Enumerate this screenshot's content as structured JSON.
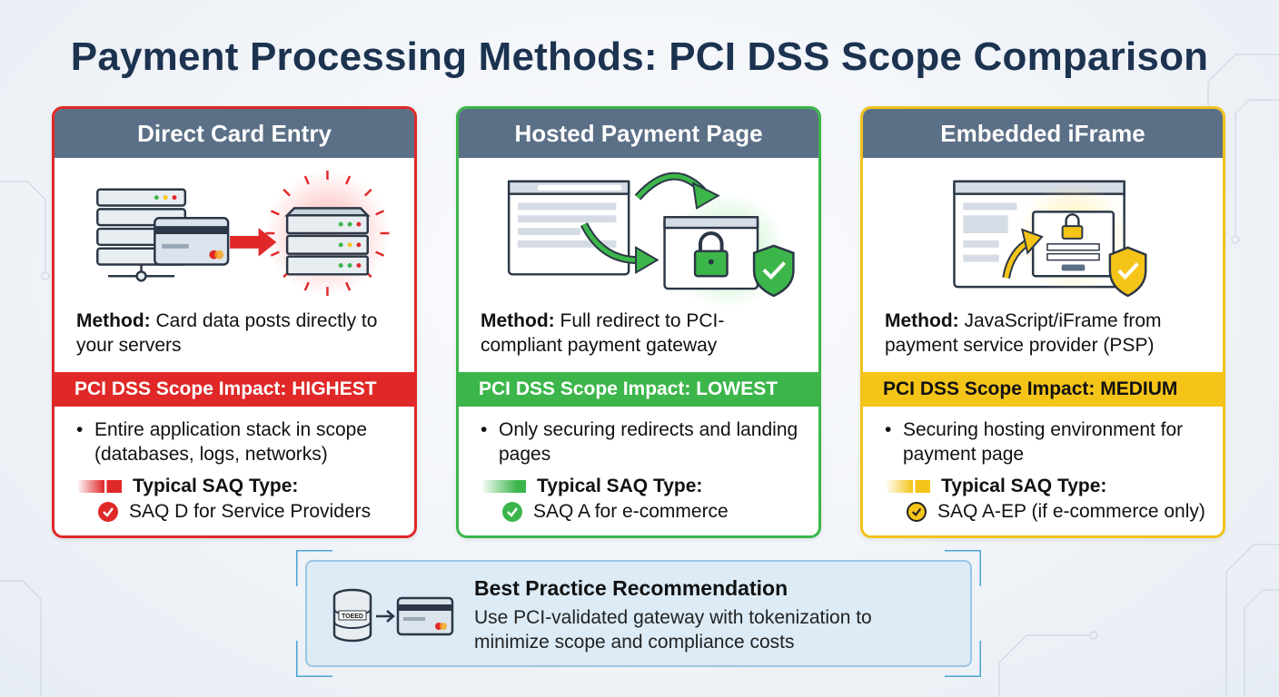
{
  "title": "Payment Processing Methods: PCI DSS Scope Comparison",
  "colors": {
    "high": "#e02828",
    "low": "#3cb64a",
    "medium": "#f5c418",
    "header": "#5b6f86",
    "title": "#1c3350"
  },
  "cards": [
    {
      "heading": "Direct Card Entry",
      "method_label": "Method:",
      "method_text": " Card data posts directly to your servers",
      "impact": "PCI DSS Scope Impact: HIGHEST",
      "bullet": "Entire application stack in scope (databases, logs, networks)",
      "saq_label": "Typical SAQ Type:",
      "saq_value": "SAQ D for Service Providers",
      "icons": [
        "server-stack-icon",
        "credit-card-icon",
        "arrow-right-icon",
        "alert-server-icon",
        "check-circle-icon"
      ]
    },
    {
      "heading": "Hosted Payment Page",
      "method_label": "Method:",
      "method_text": " Full redirect to PCI-compliant payment gateway",
      "impact": "PCI DSS Scope Impact: LOWEST",
      "bullet": "Only securing redirects and landing pages",
      "saq_label": "Typical SAQ Type:",
      "saq_value": "SAQ A for e-commerce",
      "icons": [
        "browser-window-icon",
        "redirect-arrow-icon",
        "padlock-icon",
        "shield-check-icon",
        "check-circle-icon"
      ]
    },
    {
      "heading": "Embedded iFrame",
      "method_label": "Method:",
      "method_text": " JavaScript/iFrame from payment service provider (PSP)",
      "impact": "PCI DSS Scope Impact: MEDIUM",
      "bullet": "Securing hosting environment for payment page",
      "saq_label": "Typical SAQ Type:",
      "saq_value": "SAQ A-EP (if e-commerce only)",
      "icons": [
        "browser-window-icon",
        "iframe-form-icon",
        "padlock-icon",
        "shield-check-icon",
        "check-circle-icon"
      ]
    }
  ],
  "recommendation": {
    "title": "Best Practice Recommendation",
    "text": "Use PCI-validated gateway with tokenization to minimize scope and compliance costs",
    "token_label": "TOEED",
    "icons": [
      "database-icon",
      "arrow-right-icon",
      "credit-card-icon"
    ]
  }
}
